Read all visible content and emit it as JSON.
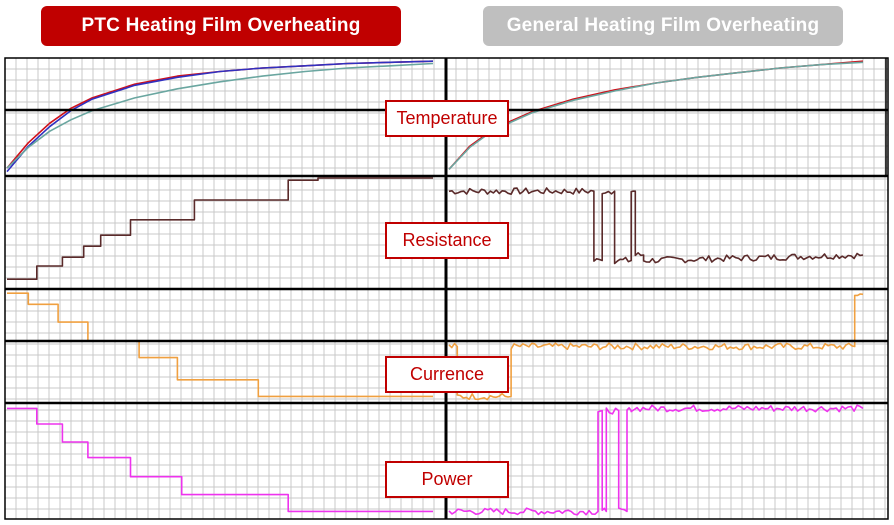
{
  "colors": {
    "header_left_bg": "#c00000",
    "header_right_bg": "#bfbfbf",
    "label_border": "#c00000",
    "label_text": "#c00000",
    "grid": "#c8c8c8",
    "temp_red": "#d0101a",
    "temp_blue": "#3030c0",
    "temp_teal": "#6aa6a0",
    "resistance": "#5a2a2a",
    "current": "#f0a040",
    "power": "#ee33ee"
  },
  "header": {
    "left_title": "PTC Heating Film Overheating",
    "right_title": "General Heating Film Overheating"
  },
  "labels": {
    "temperature": "Temperature",
    "resistance": "Resistance",
    "current": "Currence",
    "power": "Power"
  },
  "chart_data": {
    "type": "line",
    "x_unit": "normalized time (0-1) per panel",
    "panels": [
      {
        "name": "Temperature",
        "left": {
          "series": [
            {
              "color": "red",
              "x": [
                0,
                0.05,
                0.1,
                0.15,
                0.2,
                0.3,
                0.4,
                0.5,
                0.6,
                0.7,
                0.8,
                0.9,
                1.0
              ],
              "y": [
                0.06,
                0.28,
                0.45,
                0.58,
                0.67,
                0.79,
                0.86,
                0.9,
                0.93,
                0.95,
                0.97,
                0.98,
                0.99
              ]
            },
            {
              "color": "blue",
              "x": [
                0,
                0.05,
                0.1,
                0.15,
                0.2,
                0.3,
                0.4,
                0.5,
                0.6,
                0.7,
                0.8,
                0.9,
                1.0
              ],
              "y": [
                0.03,
                0.25,
                0.42,
                0.56,
                0.66,
                0.78,
                0.85,
                0.9,
                0.93,
                0.95,
                0.97,
                0.98,
                0.99
              ]
            },
            {
              "color": "teal",
              "x": [
                0,
                0.05,
                0.1,
                0.15,
                0.2,
                0.3,
                0.4,
                0.5,
                0.6,
                0.7,
                0.8,
                0.9,
                1.0
              ],
              "y": [
                0.06,
                0.24,
                0.38,
                0.48,
                0.56,
                0.67,
                0.75,
                0.81,
                0.86,
                0.9,
                0.93,
                0.95,
                0.97
              ]
            }
          ]
        },
        "right": {
          "series": [
            {
              "color": "red",
              "x": [
                0,
                0.05,
                0.1,
                0.15,
                0.2,
                0.3,
                0.4,
                0.5,
                0.6,
                0.7,
                0.8,
                0.9,
                1.0
              ],
              "y": [
                0.05,
                0.25,
                0.38,
                0.47,
                0.55,
                0.66,
                0.74,
                0.8,
                0.85,
                0.89,
                0.93,
                0.96,
                0.99
              ]
            },
            {
              "color": "teal",
              "x": [
                0,
                0.05,
                0.1,
                0.15,
                0.2,
                0.3,
                0.4,
                0.5,
                0.6,
                0.7,
                0.8,
                0.9,
                1.0
              ],
              "y": [
                0.05,
                0.24,
                0.37,
                0.46,
                0.54,
                0.65,
                0.73,
                0.8,
                0.85,
                0.89,
                0.93,
                0.96,
                0.98
              ]
            }
          ]
        }
      },
      {
        "name": "Resistance",
        "left": {
          "series": [
            {
              "color": "resistance",
              "x": [
                0,
                0.07,
                0.07,
                0.13,
                0.13,
                0.18,
                0.18,
                0.22,
                0.22,
                0.29,
                0.29,
                0.44,
                0.44,
                0.66,
                0.66,
                0.73,
                0.73,
                1.0
              ],
              "y": [
                0.08,
                0.08,
                0.2,
                0.2,
                0.28,
                0.28,
                0.38,
                0.38,
                0.48,
                0.48,
                0.62,
                0.62,
                0.8,
                0.8,
                0.98,
                0.98,
                1.0,
                1.0
              ]
            }
          ]
        },
        "right": {
          "series": [
            {
              "color": "resistance",
              "noisy": true,
              "x": [
                0,
                0.35,
                0.35,
                0.37,
                0.37,
                0.4,
                0.4,
                0.44,
                0.44,
                0.45,
                0.45,
                0.47,
                0.47,
                1.0
              ],
              "y": [
                0.88,
                0.88,
                0.25,
                0.25,
                0.88,
                0.88,
                0.25,
                0.25,
                0.88,
                0.88,
                0.3,
                0.3,
                0.25,
                0.3
              ]
            }
          ]
        }
      },
      {
        "name": "Currence",
        "left": {
          "series": [
            {
              "color": "current",
              "x": [
                0,
                0.05,
                0.05,
                0.12,
                0.12,
                0.19,
                0.19,
                0.31,
                0.31,
                0.4,
                0.4,
                0.59,
                0.59,
                1.0
              ],
              "y": [
                0.98,
                0.98,
                0.88,
                0.88,
                0.72,
                0.72,
                0.55,
                0.55,
                0.4,
                0.4,
                0.2,
                0.2,
                0.05,
                0.05
              ]
            }
          ]
        },
        "right": {
          "series": [
            {
              "color": "current",
              "noisy": true,
              "x": [
                0,
                0.02,
                0.02,
                0.15,
                0.15,
                0.98,
                0.98,
                1.0
              ],
              "y": [
                0.5,
                0.5,
                0.05,
                0.05,
                0.5,
                0.5,
                0.97,
                0.97
              ]
            }
          ]
        }
      },
      {
        "name": "Power",
        "left": {
          "series": [
            {
              "color": "power",
              "x": [
                0,
                0.07,
                0.07,
                0.13,
                0.13,
                0.19,
                0.19,
                0.29,
                0.29,
                0.41,
                0.41,
                0.66,
                0.66,
                1.0
              ],
              "y": [
                0.97,
                0.97,
                0.83,
                0.83,
                0.67,
                0.67,
                0.53,
                0.53,
                0.36,
                0.36,
                0.2,
                0.2,
                0.05,
                0.05
              ]
            }
          ]
        },
        "right": {
          "series": [
            {
              "color": "power",
              "noisy": true,
              "x": [
                0,
                0.36,
                0.36,
                0.37,
                0.37,
                0.38,
                0.38,
                0.41,
                0.41,
                0.43,
                0.43,
                0.44,
                0.44,
                1.0
              ],
              "y": [
                0.05,
                0.05,
                0.95,
                0.95,
                0.05,
                0.05,
                0.95,
                0.95,
                0.05,
                0.05,
                0.95,
                0.95,
                0.97,
                0.97
              ]
            }
          ]
        }
      }
    ]
  }
}
